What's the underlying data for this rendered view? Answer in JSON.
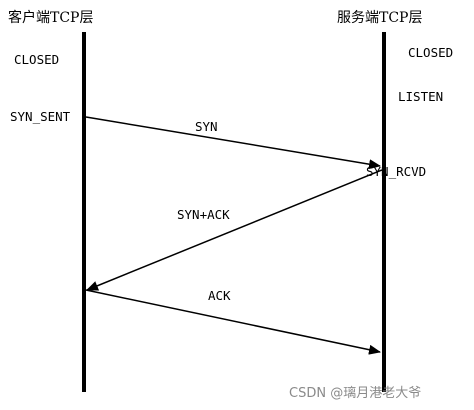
{
  "client": {
    "header": "客户端TCP层",
    "states": [
      "CLOSED",
      "SYN_SENT"
    ]
  },
  "server": {
    "header": "服务端TCP层",
    "states": [
      "CLOSED",
      "LISTEN",
      "SYN_RCVD"
    ]
  },
  "messages": [
    {
      "label": "SYN",
      "from": "client",
      "to": "server"
    },
    {
      "label": "SYN+ACK",
      "from": "server",
      "to": "client"
    },
    {
      "label": "ACK",
      "from": "client",
      "to": "server"
    }
  ],
  "watermark": "CSDN @璃月港老大爷",
  "colors": {
    "line": "#000000",
    "text": "#000000",
    "watermark": "#8a8a8a"
  }
}
